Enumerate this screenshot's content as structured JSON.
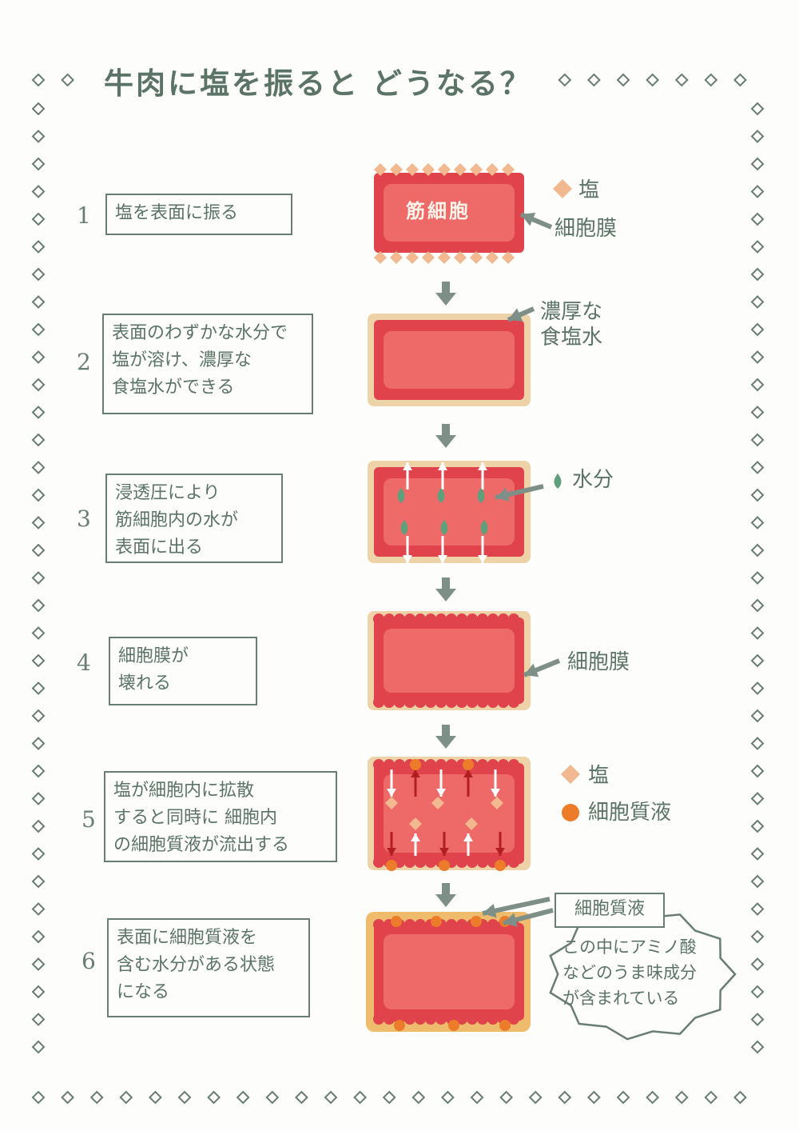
{
  "title": "牛肉に塩を振ると どうなる？",
  "colors": {
    "frame": "#6a7d72",
    "cell_outer": "#e0434c",
    "cell_inner": "#ee6a68",
    "salt": "#f2b890",
    "brine": "#efd3a8",
    "water": "#5fa07c",
    "fluid": "#ec7c2a",
    "white_arrow": "#ffffff",
    "dark_arrow": "#b31f20"
  },
  "steps": [
    {
      "num": "1",
      "lines": [
        "塩を表面に振る"
      ]
    },
    {
      "num": "2",
      "lines": [
        "表面のわずかな水分で",
        "塩が溶け、濃厚な",
        "食塩水ができる"
      ]
    },
    {
      "num": "3",
      "lines": [
        "浸透圧により",
        "筋細胞内の水が",
        "表面に出る"
      ]
    },
    {
      "num": "4",
      "lines": [
        "細胞膜が",
        "壊れる"
      ]
    },
    {
      "num": "5",
      "lines": [
        "塩が細胞内に拡散",
        "すると同時に 細胞内",
        "の細胞質液が流出する"
      ]
    },
    {
      "num": "6",
      "lines": [
        "表面に細胞質液を",
        "含む水分がある状態",
        "になる"
      ]
    }
  ],
  "diagram": {
    "cell_label": "筋細胞",
    "legend_salt": "塩",
    "label_membrane_1": "細胞膜",
    "label_brine": [
      "濃厚な",
      "食塩水"
    ],
    "legend_water": "水分",
    "label_membrane_4": "細胞膜",
    "legend_salt_5": "塩",
    "legend_fluid_5": "細胞質液",
    "bubble_title": "細胞質液",
    "bubble_text": [
      "この中にアミノ酸",
      "などのうま味成分",
      "が含まれている"
    ]
  }
}
